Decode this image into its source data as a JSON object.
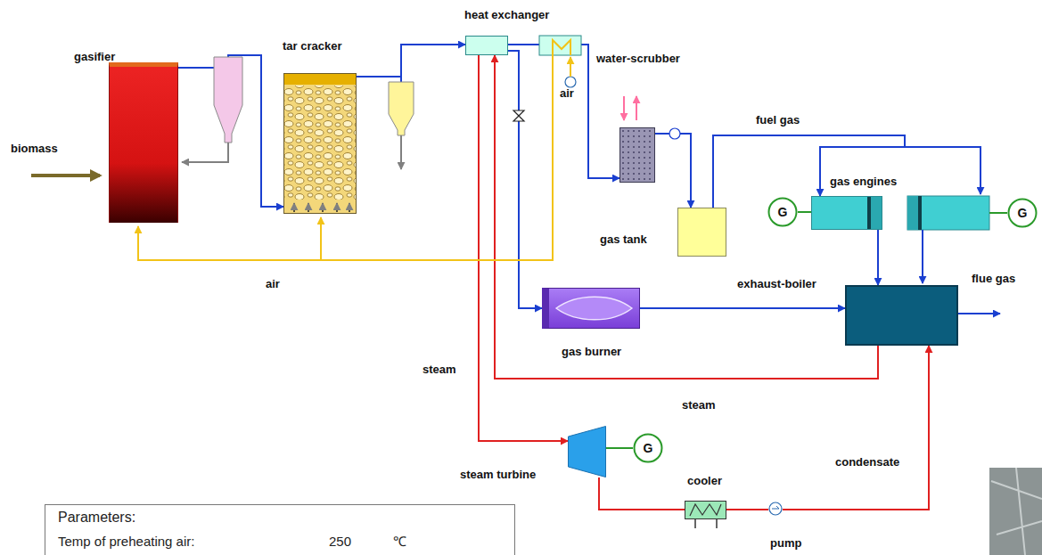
{
  "diagram": {
    "nodes": [
      {
        "text": [
          "gasifier"
        ]
      },
      {
        "text": [
          "tar cracker"
        ]
      },
      {
        "text": [
          "heat exchanger"
        ]
      },
      {
        "text": [
          "water-scrubber"
        ]
      },
      {
        "text": [
          "gas tank"
        ]
      },
      {
        "text": [
          "G"
        ]
      },
      {
        "text": [
          "gas engines"
        ]
      },
      {
        "text": [
          "G"
        ]
      },
      {
        "text": [
          "exhaust-boiler"
        ]
      },
      {
        "text": [
          "gas burner"
        ]
      },
      {
        "text": [
          "steam turbine"
        ]
      },
      {
        "text": [
          "G"
        ]
      },
      {
        "text": [
          "cooler"
        ]
      },
      {
        "text": [
          "pump"
        ]
      },
      {
        "text": [
          "Parameters:",
          "Temp of preheating air:",
          "250",
          "℃"
        ]
      }
    ],
    "edges": [
      {
        "from": 0,
        "to": 1,
        "arrow": "to"
      },
      {
        "from": 1,
        "to": 2,
        "arrow": "to"
      },
      {
        "from": 2,
        "to": 3,
        "arrow": "to"
      },
      {
        "from": 3,
        "to": 4,
        "arrow": "to"
      },
      {
        "from": 4,
        "to": 6,
        "arrow": "to"
      },
      {
        "from": 6,
        "to": 5,
        "arrow": "none"
      },
      {
        "from": 6,
        "to": 8,
        "arrow": "to"
      },
      {
        "from": 2,
        "to": 9,
        "arrow": "to"
      },
      {
        "from": 9,
        "to": 8,
        "arrow": "to"
      },
      {
        "from": 8,
        "to": 2,
        "arrow": "to"
      },
      {
        "from": 2,
        "to": 10,
        "arrow": "to"
      },
      {
        "from": 10,
        "to": 11,
        "arrow": "none"
      },
      {
        "from": 10,
        "to": 12,
        "arrow": "none"
      },
      {
        "from": 12,
        "to": 13,
        "arrow": "none"
      },
      {
        "from": 13,
        "to": 8,
        "arrow": "to"
      }
    ],
    "labels": [
      "biomass",
      "air",
      "fuel gas",
      "flue gas",
      "air",
      "steam",
      "steam",
      "condensate"
    ]
  }
}
